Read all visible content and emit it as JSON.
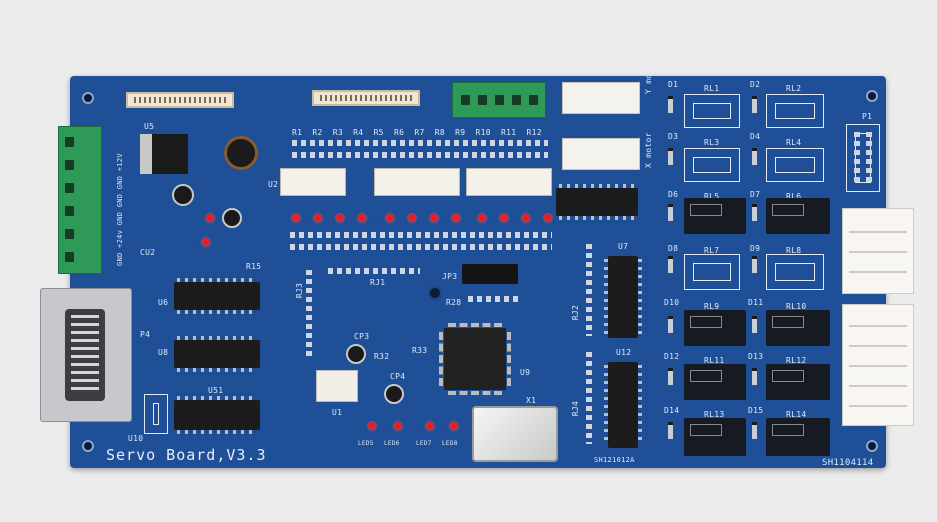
{
  "board": {
    "title": "Servo Board,V3.3",
    "part_code": "SH1104114",
    "part_code_2": "SH121012A"
  },
  "silkscreen": {
    "u5": "U5",
    "u2": "U2",
    "u6": "U6",
    "u8": "U8",
    "u51": "U51",
    "u7": "U7",
    "u9": "U9",
    "u12": "U12",
    "u1": "U1",
    "u10": "U10",
    "p4": "P4",
    "p1": "P1",
    "rj1": "RJ1",
    "rj2": "RJ2",
    "rj3": "RJ3",
    "rj4": "RJ4",
    "jp3": "JP3",
    "r28": "R28",
    "r32": "R32",
    "r33": "R33",
    "cp3": "CP3",
    "cp4": "CP4",
    "x1": "X1",
    "cu2": "CU2",
    "r15": "R15",
    "y_motor": "Y motor",
    "x_motor": "X motor",
    "relays": [
      "RL1",
      "RL2",
      "RL3",
      "RL4",
      "RL5",
      "RL6",
      "RL7",
      "RL8",
      "RL9",
      "RL10",
      "RL11",
      "RL12",
      "RL13",
      "RL14"
    ],
    "diodes": [
      "D1",
      "D2",
      "D3",
      "D4",
      "D6",
      "D7",
      "D8",
      "D9",
      "D10",
      "D11",
      "D12",
      "D13",
      "D14",
      "D15"
    ],
    "resistors_top": [
      "R1",
      "R2",
      "R3",
      "R4",
      "R5",
      "R6",
      "R7",
      "R8",
      "R9",
      "R10",
      "R11",
      "R12"
    ],
    "power_label": "GND +24v GND GND GND +12V",
    "led_labels": [
      "LED5",
      "LED6",
      "LED7",
      "LED8"
    ]
  }
}
